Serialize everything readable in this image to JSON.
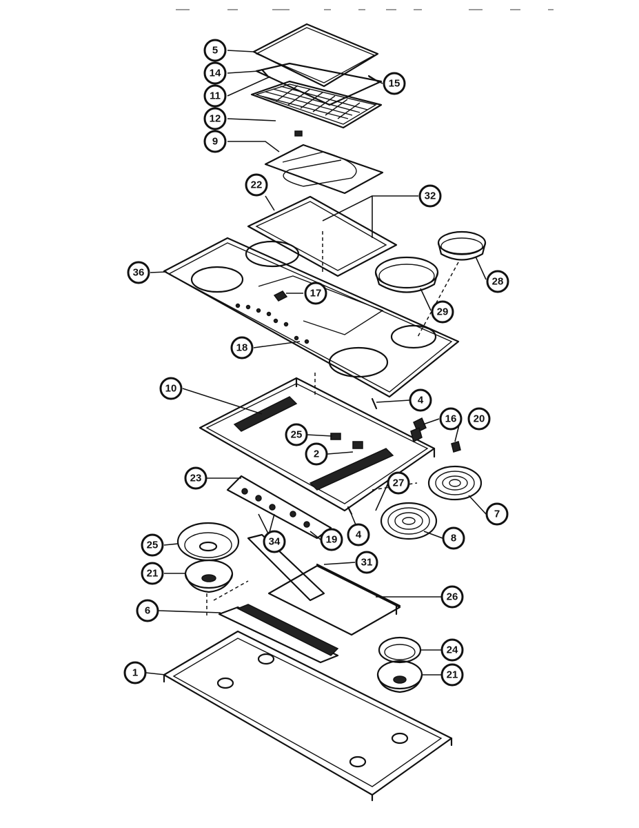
{
  "diagram": {
    "callouts": [
      {
        "id": "c5",
        "label": "5"
      },
      {
        "id": "c14",
        "label": "14"
      },
      {
        "id": "c11",
        "label": "11"
      },
      {
        "id": "c15",
        "label": "15"
      },
      {
        "id": "c12",
        "label": "12"
      },
      {
        "id": "c9",
        "label": "9"
      },
      {
        "id": "c22",
        "label": "22"
      },
      {
        "id": "c32",
        "label": "32"
      },
      {
        "id": "c36",
        "label": "36"
      },
      {
        "id": "c28a",
        "label": "28"
      },
      {
        "id": "c17",
        "label": "17"
      },
      {
        "id": "c28b",
        "label": "29"
      },
      {
        "id": "c18a",
        "label": "18"
      },
      {
        "id": "c10",
        "label": "10"
      },
      {
        "id": "c4a",
        "label": "4"
      },
      {
        "id": "c16",
        "label": "16"
      },
      {
        "id": "c20",
        "label": "20"
      },
      {
        "id": "c25a",
        "label": "25"
      },
      {
        "id": "c2",
        "label": "2"
      },
      {
        "id": "c23",
        "label": "23"
      },
      {
        "id": "c27",
        "label": "27"
      },
      {
        "id": "c7",
        "label": "7"
      },
      {
        "id": "c4b",
        "label": "4"
      },
      {
        "id": "c8",
        "label": "8"
      },
      {
        "id": "c34",
        "label": "34"
      },
      {
        "id": "c19",
        "label": "19"
      },
      {
        "id": "c25b",
        "label": "25"
      },
      {
        "id": "c31",
        "label": "31"
      },
      {
        "id": "c21a",
        "label": "21"
      },
      {
        "id": "c26",
        "label": "26"
      },
      {
        "id": "c6",
        "label": "6"
      },
      {
        "id": "c24",
        "label": "24"
      },
      {
        "id": "c1",
        "label": "1"
      },
      {
        "id": "c21b",
        "label": "21"
      }
    ]
  },
  "footer": {
    "left": "",
    "right": ""
  }
}
